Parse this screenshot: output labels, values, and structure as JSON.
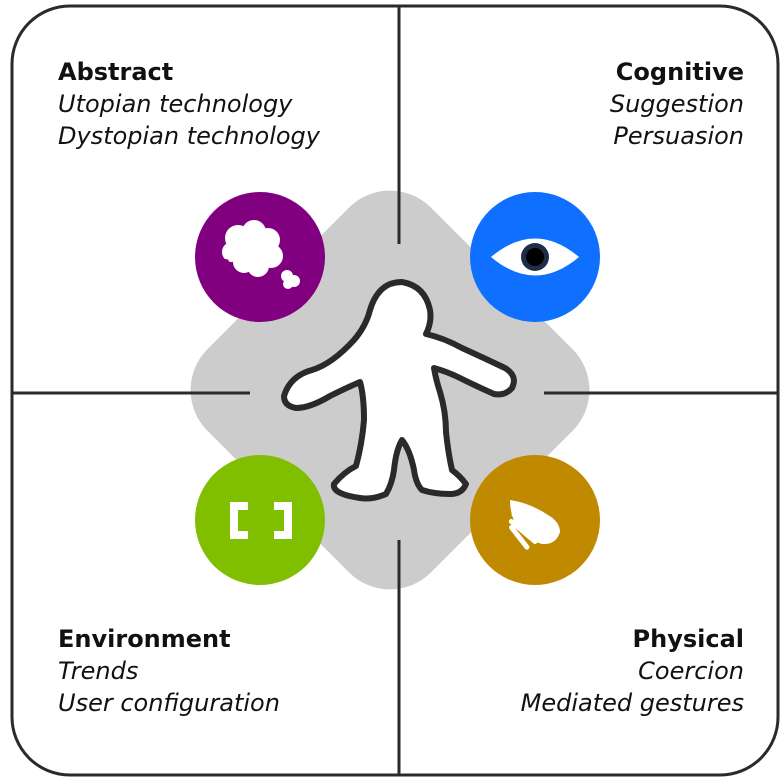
{
  "quadrants": {
    "abstract": {
      "title": "Abstract",
      "items": [
        "Utopian technology",
        "Dystopian technology"
      ],
      "icon": "clouds-icon",
      "color": "#800080"
    },
    "cognitive": {
      "title": "Cognitive",
      "items": [
        "Suggestion",
        "Persuasion"
      ],
      "icon": "eye-icon",
      "color": "#0f6fff"
    },
    "environment": {
      "title": "Environment",
      "items": [
        "Trends",
        "User configuration"
      ],
      "icon": "brackets-icon",
      "color": "#7fbf00"
    },
    "physical": {
      "title": "Physical",
      "items": [
        "Coercion",
        "Mediated gestures"
      ],
      "icon": "hand-icon",
      "color": "#c08a00"
    }
  },
  "colors": {
    "diamond": "#cccccc",
    "lines": "#2a2a2a",
    "figure_fill": "#ffffff"
  }
}
